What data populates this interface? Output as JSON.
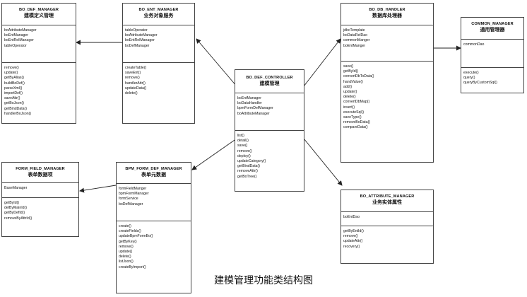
{
  "caption": "建模管理功能类结构图",
  "classes": {
    "bo_def_manager": {
      "name": "BO_DEF_MANAGER",
      "title": "建模定义管理",
      "fields": [
        "boAttributeManager",
        "boEntManager",
        "boEntRelManager",
        "tableOperator"
      ],
      "methods": [
        "remove()",
        "update()",
        "getByAlias()",
        "buildBoDef()",
        "parseXml()",
        "importDef()",
        "saveAttr()",
        "getBoJson()",
        "getBindData()",
        "handlerBoJson()"
      ]
    },
    "bo_ent_manager": {
      "name": "BO_ENT_MANAGER",
      "title": "业务对象服务",
      "fields": [
        "tableOperator",
        "boAttributeManager",
        "boEntRelManager",
        "boDefManager"
      ],
      "methods": [
        "createTable()",
        "saveEnt()",
        "remove()",
        "handlerAttr()",
        "updateData()",
        "delete()"
      ]
    },
    "bo_db_handler": {
      "name": "BO_DB_HANDLER",
      "title": "数据库处理器",
      "fields": [
        "jdbcTemplate",
        "boDataRelDao",
        "commonManger",
        "boEntManger"
      ],
      "methods": [
        "save()",
        "getById()",
        "convertDbToData()",
        "handValue()",
        "add()",
        "update()",
        "delete()",
        "convertDbMap()",
        "insert()",
        "executeSql()",
        "saveType()",
        "removeBoData()",
        "compareData()"
      ]
    },
    "common_manager": {
      "name": "COMMON_MANAGER",
      "title": "通用管理器",
      "fields": [
        "commonDao"
      ],
      "methods": [
        "execute()",
        "query()",
        "queryByCustomSql()"
      ]
    },
    "bo_def_controller": {
      "name": "BO_DEF_CONTROLLER",
      "title": "建模管理",
      "fields": [
        "boEntManager",
        "boDataHandler",
        "bpmFormDefManager",
        "boAttributeManager"
      ],
      "methods": [
        "list()",
        "detail()",
        "save()",
        "remove()",
        "deploy()",
        "updateCategory()",
        "getBindData()",
        "removeAttr()",
        "getBoTree()"
      ]
    },
    "form_field_manager": {
      "name": "FORM_FIELD_MANAGER",
      "title": "表单数据项",
      "fields": [
        "BaseManager"
      ],
      "methods": [
        "getById()",
        "delByMainId()",
        "getByDefId()",
        "removeByAttrId()"
      ]
    },
    "bpm_form_def_manager": {
      "name": "BPM_FORM_DEF_MANAGER",
      "title": "表单元数据",
      "fields": [
        "formFieldManger",
        "bpmFormManager",
        "formService",
        "boDefManager"
      ],
      "methods": [
        "create()",
        "createFields()",
        "updateBpmFormBo()",
        "getByKey()",
        "remove()",
        "update()",
        "delete()",
        "listJson()",
        "createByImport()"
      ]
    },
    "bo_attribute_manager": {
      "name": "BO_ATTRIBUTE_MANAGER",
      "title": "业务实体属性",
      "fields": [
        "boEntDao"
      ],
      "methods": [
        "getByEntId()",
        "remove()",
        "updateAttr()",
        "recovery()"
      ]
    }
  }
}
